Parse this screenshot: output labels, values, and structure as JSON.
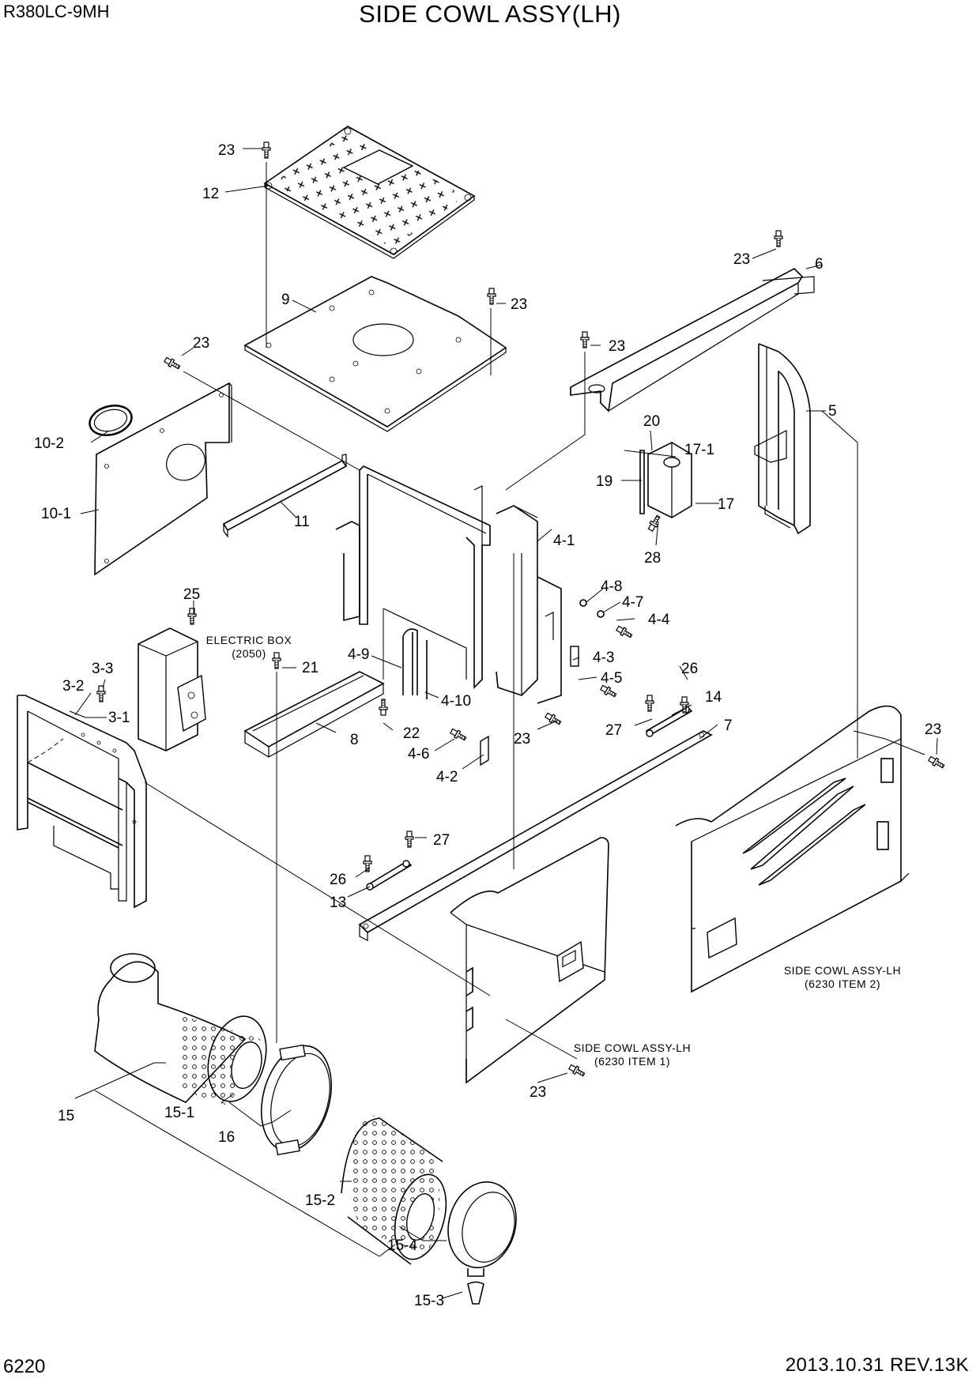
{
  "header": {
    "model": "R380LC-9MH",
    "title": "SIDE COWL ASSY(LH)"
  },
  "footer": {
    "page_number": "6220",
    "revision": "2013.10.31  REV.13K"
  },
  "notes": {
    "electric_box": "ELECTRIC BOX",
    "electric_box_ref": "(2050)",
    "cowl_item2": "SIDE COWL ASSY-LH",
    "cowl_item2_ref": "(6230 ITEM 2)",
    "cowl_item1": "SIDE COWL ASSY-LH",
    "cowl_item1_ref": "(6230 ITEM 1)"
  },
  "callouts": {
    "c23a": "23",
    "c12": "12",
    "c23b": "23",
    "c6": "6",
    "c9": "9",
    "c23c": "23",
    "c23d": "23",
    "c23e": "23",
    "c5": "5",
    "c10_2": "10-2",
    "c20": "20",
    "c17_1": "17-1",
    "c19": "19",
    "c17": "17",
    "c10_1": "10-1",
    "c11": "11",
    "c4_1": "4-1",
    "c28": "28",
    "c25": "25",
    "c4_8": "4-8",
    "c4_7": "4-7",
    "c4_4": "4-4",
    "c4_9": "4-9",
    "c21": "21",
    "c3_3": "3-3",
    "c4_3": "4-3",
    "c26a": "26",
    "c3_2": "3-2",
    "c4_5": "4-5",
    "c14": "14",
    "c3_1": "3-1",
    "c4_10": "4-10",
    "c27a": "27",
    "c7": "7",
    "c22": "22",
    "c23f": "23",
    "c8": "8",
    "c23g": "23",
    "c4_6": "4-6",
    "c4_2": "4-2",
    "c27b": "27",
    "c26b": "26",
    "c13": "13",
    "c23h": "23",
    "c15": "15",
    "c15_1": "15-1",
    "c16": "16",
    "c15_2": "15-2",
    "c15_4": "15-4",
    "c15_3": "15-3"
  }
}
